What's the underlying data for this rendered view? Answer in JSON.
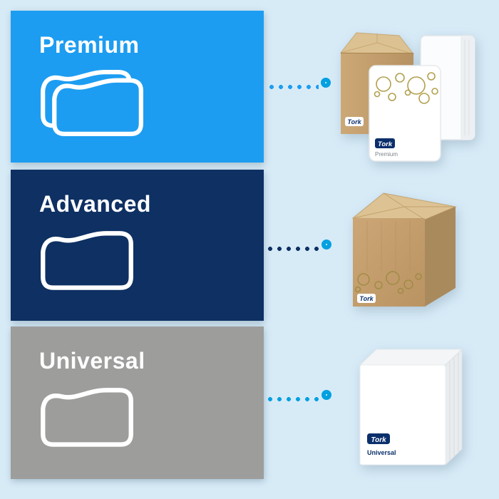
{
  "page": {
    "background_color": "#d7ebf7",
    "connector_ring_color": "#00a0e1"
  },
  "tiers": [
    {
      "label": "Premium",
      "block_color": "#1d9df1",
      "icon": "double-napkin",
      "connector_dot_color": "#1d9df1",
      "product": {
        "brand": "Tork",
        "range": "Premium"
      }
    },
    {
      "label": "Advanced",
      "block_color": "#0e3063",
      "icon": "single-napkin",
      "connector_dot_color": "#0e3063",
      "product": {
        "brand": "Tork"
      }
    },
    {
      "label": "Universal",
      "block_color": "#9d9d9c",
      "icon": "single-napkin",
      "connector_dot_color": "#00a0e1",
      "product": {
        "brand": "Tork",
        "range": "Universal"
      }
    }
  ]
}
